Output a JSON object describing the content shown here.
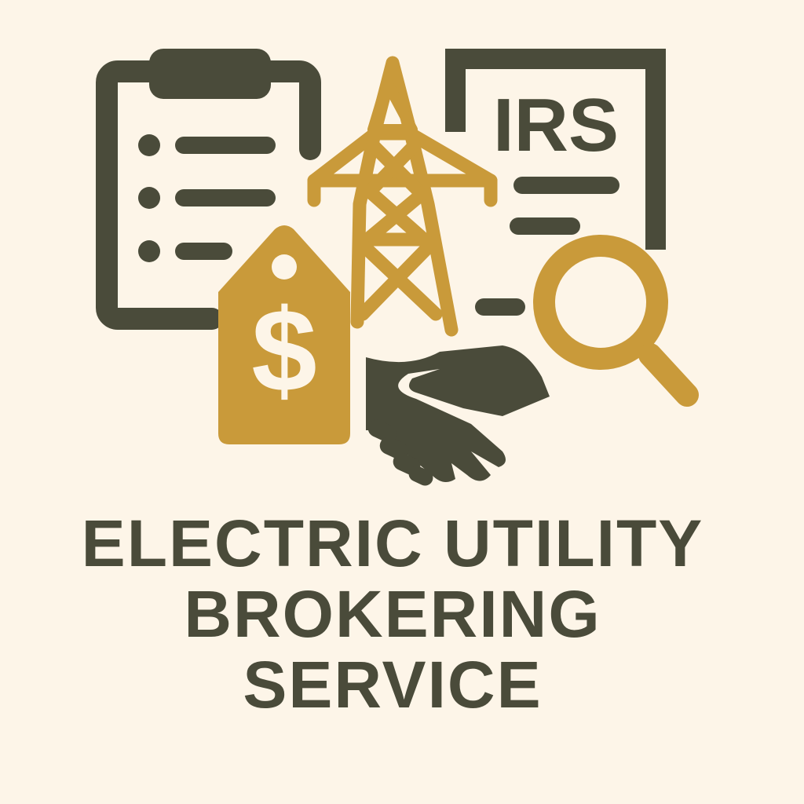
{
  "colors": {
    "background": "#fdf5e8",
    "dark": "#4a4b3a",
    "gold": "#c99a3a"
  },
  "icons": [
    "clipboard-icon",
    "transmission-tower-icon",
    "irs-document-icon",
    "magnifying-glass-icon",
    "price-tag-icon",
    "handshake-icon"
  ],
  "irs_label": "IRS",
  "tag_symbol": "$",
  "title_lines": [
    "ELECTRIC UTILITY",
    "BROKERING",
    "SERVICE"
  ]
}
